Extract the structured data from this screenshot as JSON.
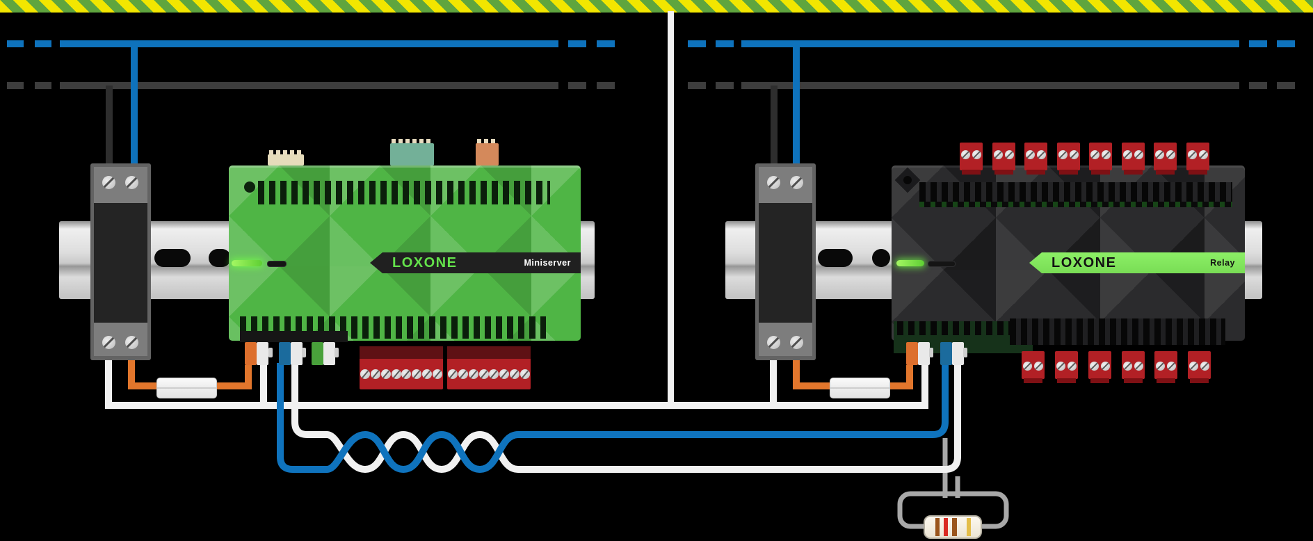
{
  "devices": {
    "miniserver": {
      "brand": "LOXONE",
      "model": "Miniserver"
    },
    "relay": {
      "brand": "LOXONE",
      "model": "Relay"
    }
  },
  "colors": {
    "background": "#000000",
    "pe_stripe_yellow": "#f2e600",
    "pe_stripe_green": "#5fa53e",
    "neutral_bus_blue": "#0e72bc",
    "line_bus_dark": "#3d3d3d",
    "gnd_bus_white": "#f1f1f1",
    "supply_orange": "#e2762c",
    "link_pair_blue": "#0f73bd",
    "link_pair_white": "#f1f1f1",
    "termination_wire_gray": "#a8a8a8",
    "miniserver_green": "#4fb545",
    "relay_dark": "#2b2b2d",
    "brand_green": "#64e24b",
    "terminal_red": "#b22025"
  },
  "resistor": {
    "bands": [
      "brown",
      "red",
      "brown",
      "gold"
    ]
  }
}
